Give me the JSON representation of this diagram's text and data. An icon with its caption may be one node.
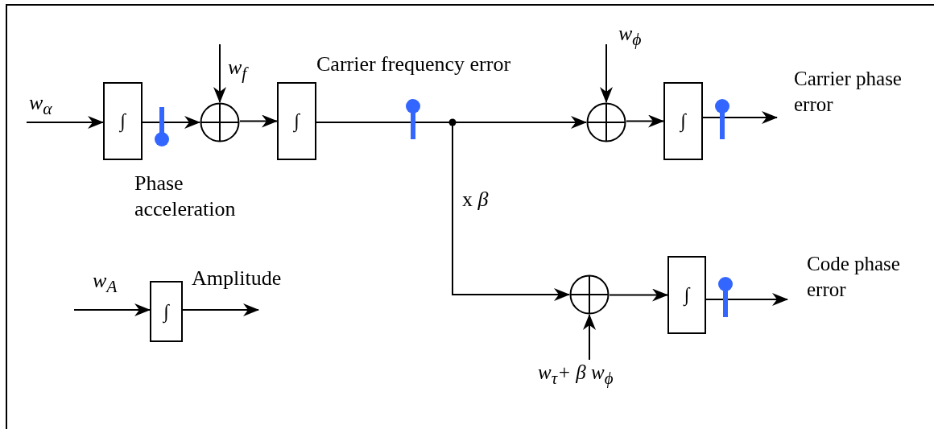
{
  "diagram": {
    "nodes": [
      {
        "text": [
          "∫"
        ]
      },
      {
        "text": [],
        "shape": "circle"
      },
      {
        "text": [
          "∫"
        ]
      },
      {
        "text": [],
        "shape": "circle"
      },
      {
        "text": [
          "∫"
        ]
      },
      {
        "text": [
          "Carrier phase error"
        ]
      },
      {
        "text": [],
        "shape": "circle"
      },
      {
        "text": [
          "∫"
        ]
      },
      {
        "text": [
          "Code phase error"
        ]
      },
      {
        "text": [
          "∫"
        ]
      },
      {
        "text": [
          "w$_{τ}$+ β w$_{ϕ}$"
        ]
      }
    ],
    "edges": [
      {
        "from": null,
        "to": 0,
        "arrow": "to"
      },
      {
        "from": 0,
        "to": 1,
        "arrow": "to"
      },
      {
        "from": null,
        "to": 1,
        "arrow": "to"
      },
      {
        "from": 1,
        "to": 2,
        "arrow": "to"
      },
      {
        "from": 2,
        "to": 3,
        "arrow": "to"
      },
      {
        "from": 2,
        "to": 6,
        "arrow": "to",
        "label": "x *β*"
      },
      {
        "from": null,
        "to": 3,
        "arrow": "to"
      },
      {
        "from": 3,
        "to": 4,
        "arrow": "to"
      },
      {
        "from": 4,
        "to": 5,
        "arrow": "to"
      },
      {
        "from": 6,
        "to": 7,
        "arrow": "to"
      },
      {
        "from": 7,
        "to": 8,
        "arrow": "to"
      },
      {
        "from": 10,
        "to": 6,
        "arrow": "to"
      },
      {
        "from": null,
        "to": 9,
        "arrow": "to"
      },
      {
        "from": 9,
        "to": null,
        "arrow": "to"
      }
    ],
    "labels": [
      "w$_{α}$",
      "w$_{f}$",
      "Carrier frequency error",
      "w$_{ϕ}$",
      "Phase acceleration",
      "w$_{A}$",
      "Amplitude"
    ]
  }
}
